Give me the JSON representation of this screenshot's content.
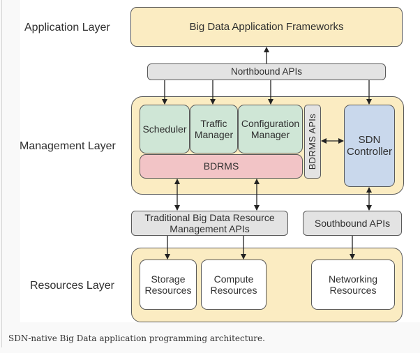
{
  "layers": {
    "application": "Application Layer",
    "management": "Management Layer",
    "resources": "Resources Layer"
  },
  "application": {
    "frameworks": "Big Data Application Frameworks"
  },
  "apis": {
    "northbound": "Northbound APIs",
    "bdrms_apis": "BDRMS APIs",
    "traditional_line1": "Traditional Big Data Resource",
    "traditional_line2": "Management APIs",
    "southbound": "Southbound APIs"
  },
  "management": {
    "scheduler": "Scheduler",
    "traffic_line1": "Traffic",
    "traffic_line2": "Manager",
    "config_line1": "Configuration",
    "config_line2": "Manager",
    "bdrms": "BDRMS",
    "sdn_line1": "SDN",
    "sdn_line2": "Controller"
  },
  "resources": {
    "storage_line1": "Storage",
    "storage_line2": "Resources",
    "compute_line1": "Compute",
    "compute_line2": "Resources",
    "networking_line1": "Networking",
    "networking_line2": "Resources"
  },
  "caption": "SDN-native Big Data application programming architecture.",
  "colors": {
    "layer_fill": "#fbecc2",
    "api_fill": "#e3e3e3",
    "module_fill": "#cfe6d6",
    "bdrms_fill": "#f2c4c6",
    "sdn_fill": "#c9d8ec",
    "resource_fill": "#ffffff"
  }
}
